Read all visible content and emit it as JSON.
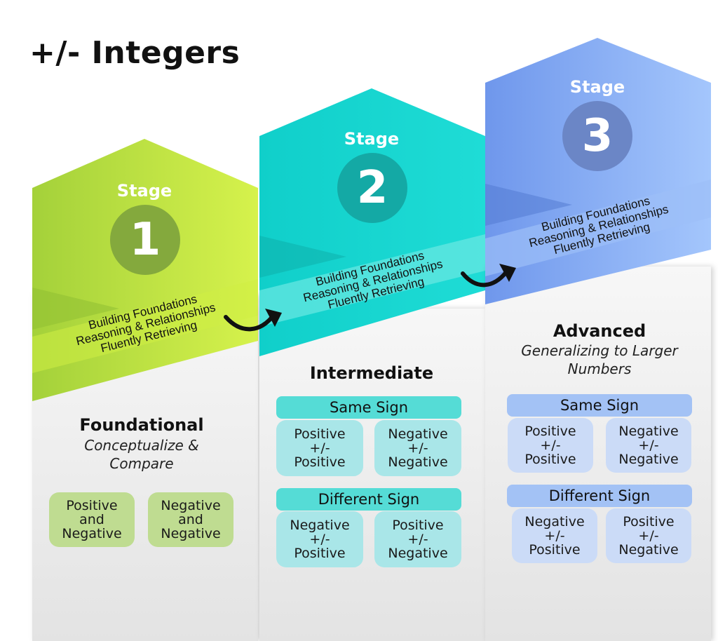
{
  "title": "+/- Integers",
  "stage_word": "Stage",
  "stages": [
    {
      "number": "1",
      "band": [
        "Building Foundations",
        "Reasoning & Relationships",
        "Fluently Retrieving"
      ],
      "level": "Foundational",
      "subtitle": [
        "Conceptualize &",
        "Compare"
      ],
      "boxes": [
        {
          "lines": [
            "Positive",
            "and",
            "Negative"
          ]
        },
        {
          "lines": [
            "Negative",
            "and",
            "Negative"
          ]
        }
      ],
      "colors": {
        "top": "#a8d43a",
        "accent": "#d3f24a",
        "circle": "#84a93d",
        "box": "#bfdc91"
      }
    },
    {
      "number": "2",
      "band": [
        "Building Foundations",
        "Reasoning & Relationships",
        "Fluently Retrieving"
      ],
      "level": "Intermediate",
      "subtitle": [],
      "groups": [
        {
          "header": "Same Sign",
          "boxes": [
            {
              "lines": [
                "Positive",
                "+/-",
                "Positive"
              ]
            },
            {
              "lines": [
                "Negative",
                "+/-",
                "Negative"
              ]
            }
          ]
        },
        {
          "header": "Different Sign",
          "boxes": [
            {
              "lines": [
                "Negative",
                "+/-",
                "Positive"
              ]
            },
            {
              "lines": [
                "Positive",
                "+/-",
                "Negative"
              ]
            }
          ]
        }
      ],
      "colors": {
        "top": "#12d3cf",
        "accent": "#5fe5e0",
        "circle": "#14a9a5",
        "header": "#55dcd6",
        "box": "#a9e6e8"
      }
    },
    {
      "number": "3",
      "band": [
        "Building Foundations",
        "Reasoning & Relationships",
        "Fluently Retrieving"
      ],
      "level": "Advanced",
      "subtitle": [
        "Generalizing to Larger",
        "Numbers"
      ],
      "groups": [
        {
          "header": "Same Sign",
          "boxes": [
            {
              "lines": [
                "Positive",
                "+/-",
                "Positive"
              ]
            },
            {
              "lines": [
                "Negative",
                "+/-",
                "Negative"
              ]
            }
          ]
        },
        {
          "header": "Different Sign",
          "boxes": [
            {
              "lines": [
                "Negative",
                "+/-",
                "Positive"
              ]
            },
            {
              "lines": [
                "Positive",
                "+/-",
                "Negative"
              ]
            }
          ]
        }
      ],
      "colors": {
        "top": "#7aa3f0",
        "accent": "#9dc1fb",
        "circle": "#6b86c6",
        "header": "#a3c2f5",
        "box": "#cbdbf7"
      }
    }
  ]
}
